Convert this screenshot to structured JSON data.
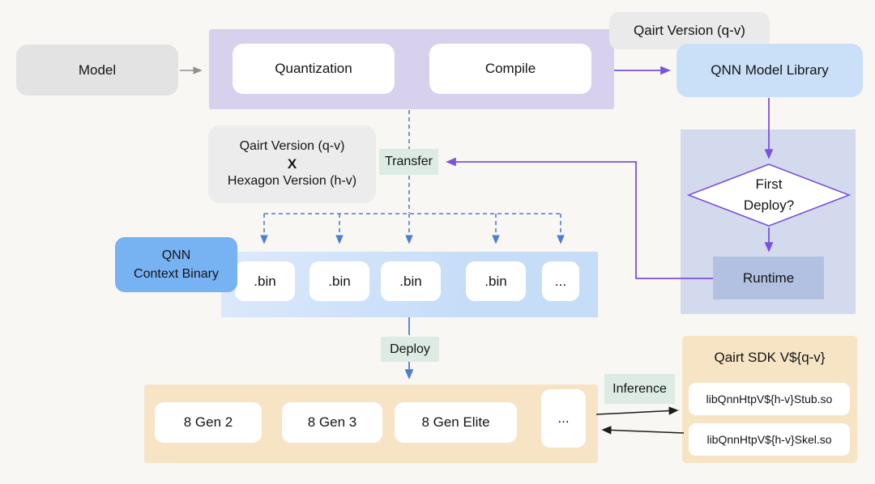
{
  "diagram": {
    "model": "Model",
    "pipeline": {
      "quantization": "Quantization",
      "compile": "Compile"
    },
    "qairt_version_tag": "Qairt Version (q-v)",
    "qnn_model_library": "QNN Model Library",
    "version_matrix": {
      "line1": "Qairt Version (q-v)",
      "operator": "X",
      "line2": "Hexagon Version (h-v)"
    },
    "labels": {
      "transfer": "Transfer",
      "deploy": "Deploy",
      "inference": "Inference"
    },
    "decision": {
      "line1": "First",
      "line2": "Deploy?"
    },
    "runtime": "Runtime",
    "context_binary": {
      "line1": "QNN",
      "line2": "Context Binary"
    },
    "bins": [
      ".bin",
      ".bin",
      ".bin",
      ".bin",
      "..."
    ],
    "devices": [
      "8 Gen 2",
      "8 Gen 3",
      "8 Gen Elite",
      "..."
    ],
    "sdk": {
      "title": "Qairt SDK V${q-v}",
      "libs": [
        "libQnnHtpV${h-v}Stub.so",
        "libQnnHtpV${h-v}Skel.so"
      ]
    },
    "colors": {
      "pipeline_container": "#d8d1ee",
      "deploy_container": "#d4daee",
      "bin_container": "#c6ddf8",
      "device_container": "#f7e4c5",
      "qnn_model_library": "#c9e0f8",
      "context_binary": "#77b2f3",
      "runtime": "#b2c1e1",
      "gray_box": "#e9e9e9",
      "flow_label_green": "#dcebe4",
      "arrow_purple": "#7a52db",
      "arrow_blue_dashed": "#4c7dd2",
      "arrow_gray": "#909090",
      "arrow_black": "#1c1c1c"
    }
  }
}
